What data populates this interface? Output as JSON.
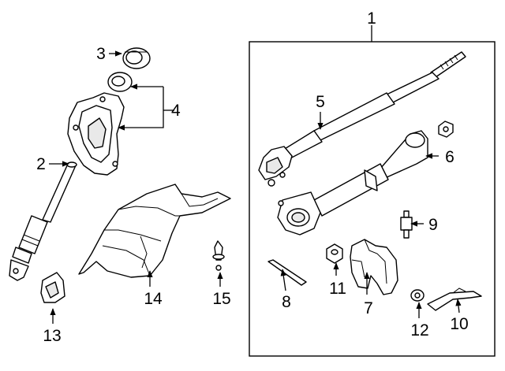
{
  "callouts": [
    {
      "id": "1",
      "label": "1"
    },
    {
      "id": "2",
      "label": "2"
    },
    {
      "id": "3",
      "label": "3"
    },
    {
      "id": "4",
      "label": "4"
    },
    {
      "id": "5",
      "label": "5"
    },
    {
      "id": "6",
      "label": "6"
    },
    {
      "id": "7",
      "label": "7"
    },
    {
      "id": "8",
      "label": "8"
    },
    {
      "id": "9",
      "label": "9"
    },
    {
      "id": "10",
      "label": "10"
    },
    {
      "id": "11",
      "label": "11"
    },
    {
      "id": "12",
      "label": "12"
    },
    {
      "id": "13",
      "label": "13"
    },
    {
      "id": "14",
      "label": "14"
    },
    {
      "id": "15",
      "label": "15"
    }
  ],
  "colors": {
    "line": "#000000",
    "background": "#ffffff",
    "shade": "#e9e9e9"
  }
}
